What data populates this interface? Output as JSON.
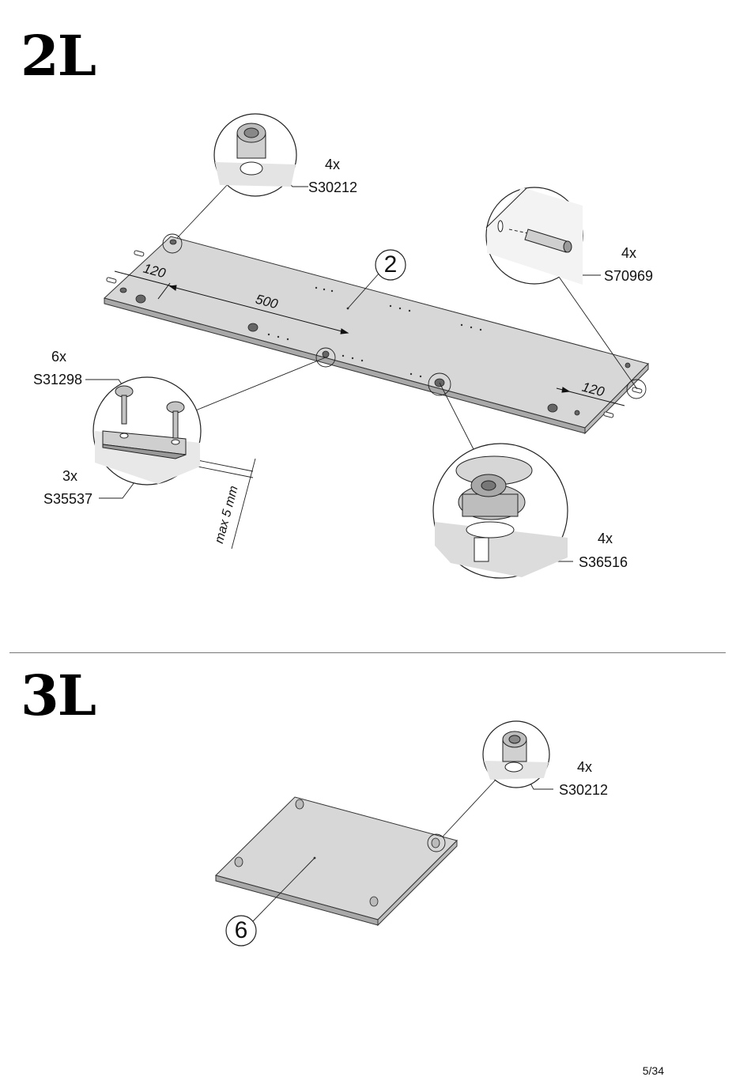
{
  "step_2l": {
    "title": "2L",
    "panel_number": "2",
    "callouts": {
      "cam_top": {
        "qty": "4x",
        "code": "S30212"
      },
      "dowel": {
        "qty": "4x",
        "code": "S70969"
      },
      "screw": {
        "qty": "6x",
        "code": "S31298"
      },
      "plate": {
        "qty": "3x",
        "code": "S35537"
      },
      "cam_lock": {
        "qty": "4x",
        "code": "S36516"
      }
    },
    "dimensions": {
      "left_offset": "120",
      "spacing": "500",
      "right_offset": "120",
      "max_gap": "max 5 mm"
    }
  },
  "step_3l": {
    "title": "3L",
    "panel_number": "6",
    "callouts": {
      "cam_top": {
        "qty": "4x",
        "code": "S30212"
      }
    }
  },
  "footer": {
    "page": "5/34"
  }
}
